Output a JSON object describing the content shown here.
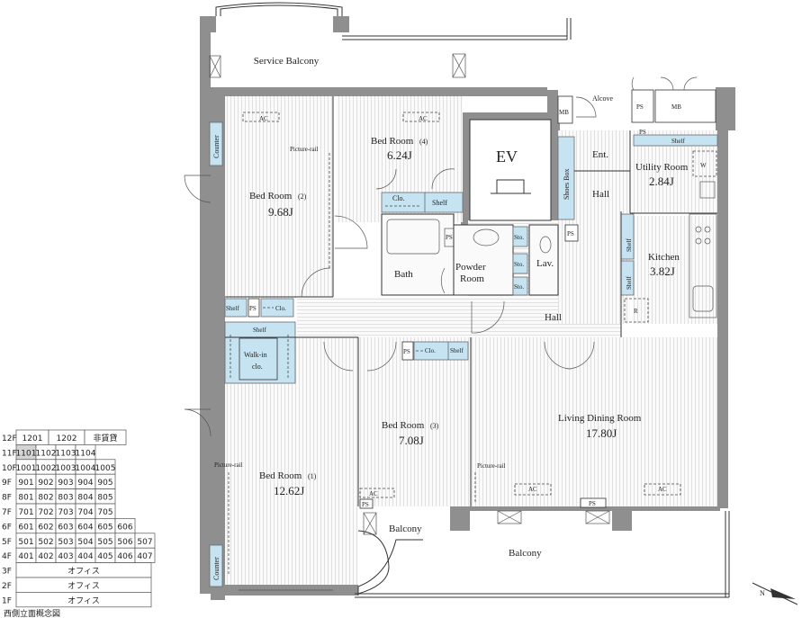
{
  "rooms": {
    "service_balcony": "Service Balcony",
    "bed2": {
      "name": "Bed Room",
      "num": "(2)",
      "size": "9.68J"
    },
    "bed4": {
      "name": "Bed Room",
      "num": "(4)",
      "size": "6.24J"
    },
    "bed1": {
      "name": "Bed Room",
      "num": "(1)",
      "size": "12.62J"
    },
    "bed3": {
      "name": "Bed Room",
      "num": "(3)",
      "size": "7.08J"
    },
    "ldr": {
      "name": "Living Dining Room",
      "size": "17.80J"
    },
    "utility": {
      "name": "Utility Room",
      "size": "2.84J"
    },
    "kitchen": {
      "name": "Kitchen",
      "size": "3.82J"
    },
    "ev": "EV",
    "ent": "Ent.",
    "hall": "Hall",
    "bath": "Bath",
    "powder": "Powder",
    "powder2": "Room",
    "lav": "Lav.",
    "alcove": "Alcove",
    "walkin": "Walk-in",
    "walkin2": "clo.",
    "balcony": "Balcony",
    "shoes_box": "Shoes Box"
  },
  "tags": {
    "ac": "AC",
    "mb": "MB",
    "ps": "PS",
    "shelf": "Shelf",
    "clo": "Clo.",
    "sto": "Sto.",
    "counter": "Counter",
    "picture_rail": "Picture-rail",
    "w": "W",
    "r": "R"
  },
  "floor_table": {
    "rows": [
      {
        "floor": "12F",
        "cells": [
          "1201",
          "1202",
          "非賃貸"
        ]
      },
      {
        "floor": "11F",
        "cells": [
          "1101",
          "1102",
          "1103",
          "1104"
        ],
        "highlight": "1101"
      },
      {
        "floor": "10F",
        "cells": [
          "1001",
          "1002",
          "1003",
          "1004",
          "1005"
        ]
      },
      {
        "floor": "9F",
        "cells": [
          "901",
          "902",
          "903",
          "904",
          "905"
        ]
      },
      {
        "floor": "8F",
        "cells": [
          "801",
          "802",
          "803",
          "804",
          "805"
        ]
      },
      {
        "floor": "7F",
        "cells": [
          "701",
          "702",
          "703",
          "704",
          "705"
        ]
      },
      {
        "floor": "6F",
        "cells": [
          "601",
          "602",
          "603",
          "604",
          "605",
          "606"
        ]
      },
      {
        "floor": "5F",
        "cells": [
          "501",
          "502",
          "503",
          "504",
          "505",
          "506",
          "507"
        ]
      },
      {
        "floor": "4F",
        "cells": [
          "401",
          "402",
          "403",
          "404",
          "405",
          "406",
          "407"
        ]
      },
      {
        "floor": "3F",
        "cells": [
          "オフィス"
        ]
      },
      {
        "floor": "2F",
        "cells": [
          "オフィス"
        ]
      },
      {
        "floor": "1F",
        "cells": [
          "オフィス"
        ]
      }
    ],
    "caption": "西側立面概念図"
  },
  "compass": "N",
  "colors": {
    "wall": "#8f8f8f",
    "storage": "#c6e3f2",
    "highlight": "#d4d4d4"
  }
}
